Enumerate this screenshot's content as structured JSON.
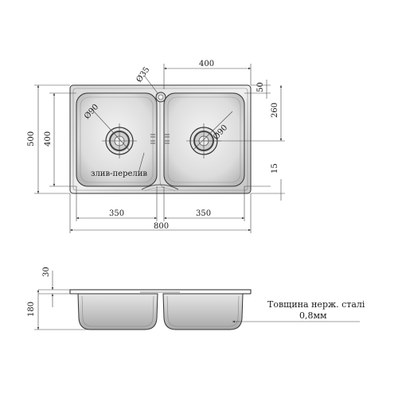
{
  "top_view": {
    "dim_half_width": "400",
    "dim_overflow_dia": "Ø35",
    "dim_rim_offset": "50",
    "dim_center_depth": "260",
    "dim_total_height": "500",
    "dim_bowl_height": "400",
    "dim_drain_left": "Ø90",
    "dim_drain_right": "Ø90",
    "dim_bottom_offset": "15",
    "dim_left_center": "350",
    "dim_right_center": "350",
    "dim_total_width": "800",
    "overflow_label": "злив-перелив"
  },
  "side_view": {
    "dim_rim_height": "30",
    "dim_depth": "180",
    "note_line1": "Товщина нерж. сталі",
    "note_line2": "0,8мм"
  }
}
